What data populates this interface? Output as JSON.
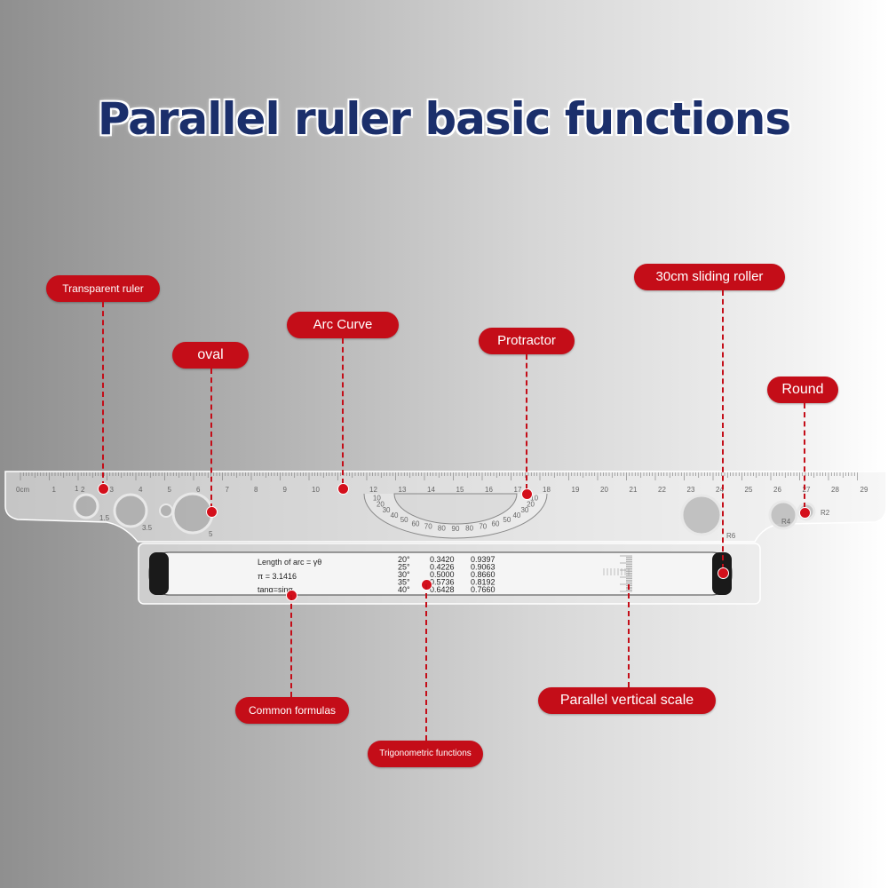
{
  "title": "Parallel ruler basic functions",
  "labels": {
    "transparent_ruler": "Transparent ruler",
    "oval": "oval",
    "arc_curve": "Arc Curve",
    "protractor": "Protractor",
    "sliding_roller": "30cm sliding roller",
    "round": "Round",
    "common_formulas": "Common formulas",
    "trig_functions": "Trigonometric functions",
    "vertical_scale": "Parallel vertical scale"
  },
  "ruler": {
    "cm_start": "0cm",
    "numbers": [
      "1",
      "2",
      "3",
      "4",
      "5",
      "6",
      "7",
      "8",
      "9",
      "10",
      "11",
      "12",
      "13",
      "14",
      "15",
      "16",
      "17",
      "18",
      "19",
      "20",
      "21",
      "22",
      "23",
      "24",
      "25",
      "26",
      "27",
      "28",
      "29"
    ],
    "hole_labels": [
      "1",
      "1.5",
      "3.5",
      "5",
      "R6",
      "R4",
      "R2"
    ],
    "protractor_labels": [
      "10",
      "20",
      "30",
      "40",
      "50",
      "60",
      "70",
      "80",
      "90",
      "80",
      "70",
      "60",
      "50",
      "40",
      "30",
      "20",
      "10"
    ]
  },
  "roller": {
    "formula_1": "Length of arc = γθ",
    "formula_2": "π = 3.1416",
    "formula_3": "tanα=sinα",
    "angles": [
      "20°",
      "25°",
      "30°",
      "35°",
      "40°"
    ],
    "sin_values": [
      "0.3420",
      "0.4226",
      "0.5000",
      "0.5736",
      "0.6428"
    ],
    "cos_values": [
      "0.9397",
      "0.9063",
      "0.8660",
      "0.8192",
      "0.7660"
    ]
  },
  "colors": {
    "accent": "#c40d18",
    "title": "#1b2f6b"
  }
}
